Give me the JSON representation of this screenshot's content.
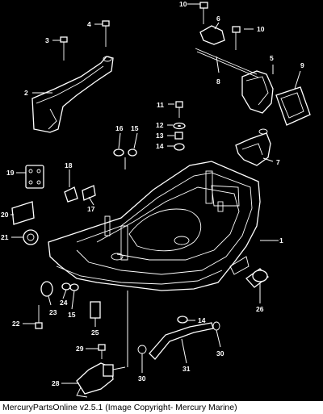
{
  "callouts": {
    "c1": "1",
    "c2": "2",
    "c3": "3",
    "c4": "4",
    "c5": "5",
    "c6": "6",
    "c7": "7",
    "c8": "8",
    "c9": "9",
    "c10a": "10",
    "c10b": "10",
    "c11": "11",
    "c12": "12",
    "c13": "13",
    "c14a": "14",
    "c14b": "14",
    "c15a": "15",
    "c15b": "15",
    "c16": "16",
    "c17": "17",
    "c18": "18",
    "c19": "19",
    "c20": "20",
    "c21": "21",
    "c22": "22",
    "c23": "23",
    "c24": "24",
    "c25": "25",
    "c26": "26",
    "c28": "28",
    "c29": "29",
    "c30a": "30",
    "c30b": "30",
    "c31": "31"
  },
  "footer": {
    "caption": "MercuryPartsOnline v2.5.1 (Image Copyright- Mercury Marine)"
  }
}
